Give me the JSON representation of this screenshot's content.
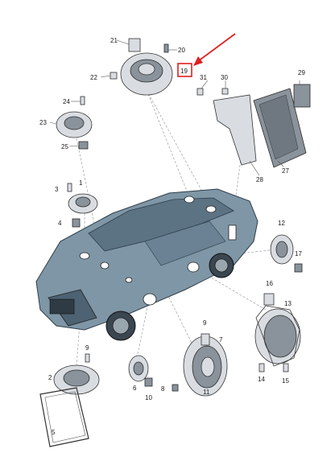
{
  "labels": {
    "l1": "1",
    "l2": "2",
    "l3": "3",
    "l4": "4",
    "l5": "5",
    "l6": "6",
    "l7": "7",
    "l8": "8",
    "l9a": "9",
    "l9b": "9",
    "l10": "10",
    "l11": "11",
    "l12": "12",
    "l13": "13",
    "l14": "14",
    "l15": "15",
    "l16": "16",
    "l17": "17",
    "l19": "19",
    "l20": "20",
    "l21": "21",
    "l22": "22",
    "l23": "23",
    "l24": "24",
    "l25": "25",
    "l27": "27",
    "l28": "28",
    "l29": "29",
    "l30": "30",
    "l31": "31"
  },
  "colors": {
    "car_body": "#7f96a6",
    "car_shade": "#5c7384",
    "part_fill": "#d9dde2",
    "highlight_box": "#e02020",
    "arrow": "#e02020"
  }
}
